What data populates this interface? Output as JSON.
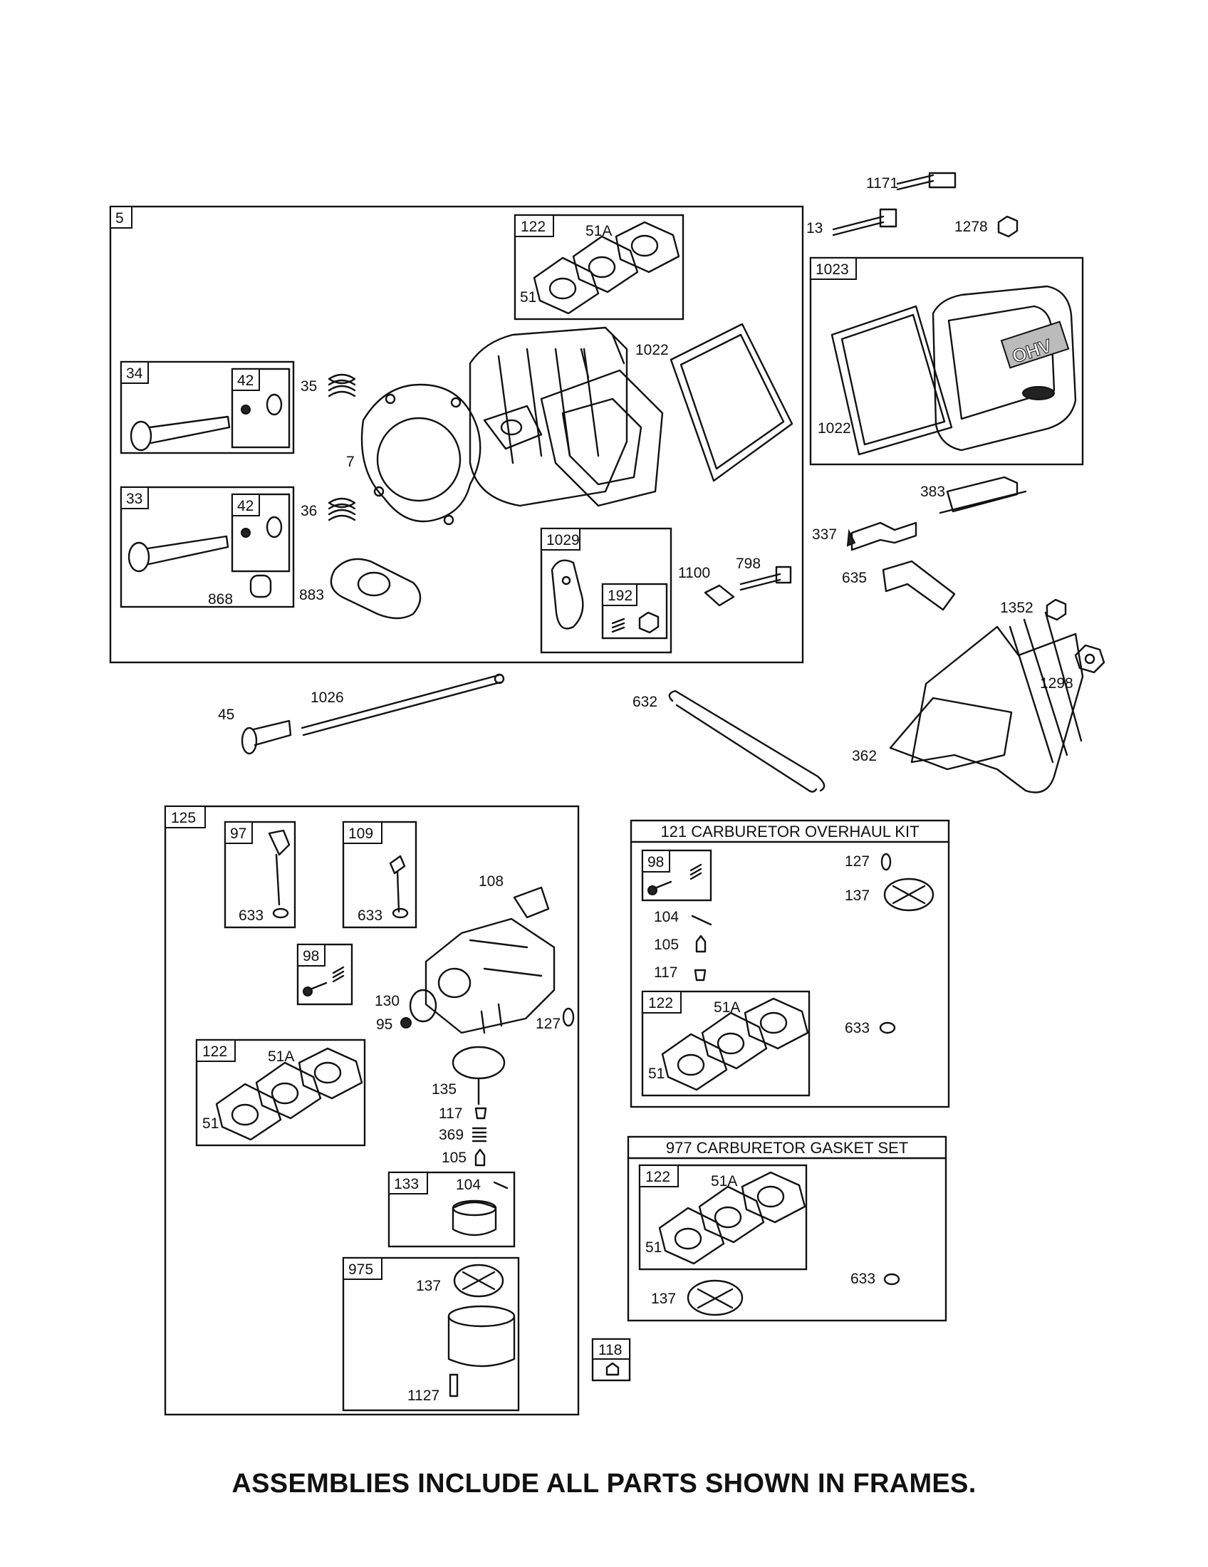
{
  "footer_note": "ASSEMBLIES INCLUDE ALL PARTS SHOWN IN FRAMES.",
  "frames": {
    "cylinder_head": "5",
    "intake_gasket_set_top": "122",
    "exhaust_valve": "34",
    "intake_valve": "33",
    "valve_retainer_a": "42",
    "valve_retainer_b": "42",
    "rocker_arm": "1029",
    "rocker_nut": "192",
    "valve_cover": "1023",
    "carburetor": "125",
    "throttle_shaft": "97",
    "choke_shaft": "109",
    "idle_screw": "98",
    "gasket_set_carb": "122",
    "float": "133",
    "float_bowl": "975",
    "plug_118": "118",
    "overhaul_kit": "121 CARBURETOR OVERHAUL KIT",
    "overhaul_idle_screw": "98",
    "overhaul_gasket_set": "122",
    "gasket_set_kit": "977 CARBURETOR GASKET SET",
    "gasket_set_kit_inner": "122"
  },
  "part_labels": {
    "p1171": "1171",
    "p13": "13",
    "p1278": "1278",
    "p51A_top": "51A",
    "p51_top": "51",
    "p1022_a": "1022",
    "p1022_b": "1022",
    "p35": "35",
    "p36": "36",
    "p7": "7",
    "p868": "868",
    "p883": "883",
    "p1100": "1100",
    "p798": "798",
    "p383": "383",
    "p337": "337",
    "p635": "635",
    "p1352": "1352",
    "p1298": "1298",
    "p362": "362",
    "p1026": "1026",
    "p45": "45",
    "p632": "632",
    "p633_a": "633",
    "p633_b": "633",
    "p108": "108",
    "p130": "130",
    "p95": "95",
    "p127": "127",
    "p51A_carb": "51A",
    "p51_carb": "51",
    "p135": "135",
    "p117": "117",
    "p369": "369",
    "p105": "105",
    "p104": "104",
    "p137_bowl": "137",
    "p1127": "1127",
    "k127": "127",
    "k137": "137",
    "k104": "104",
    "k105": "105",
    "k117": "117",
    "k51A": "51A",
    "k51": "51",
    "k633": "633",
    "g51A": "51A",
    "g51": "51",
    "g633": "633",
    "g137": "137"
  },
  "cover_lettering": "OHV"
}
